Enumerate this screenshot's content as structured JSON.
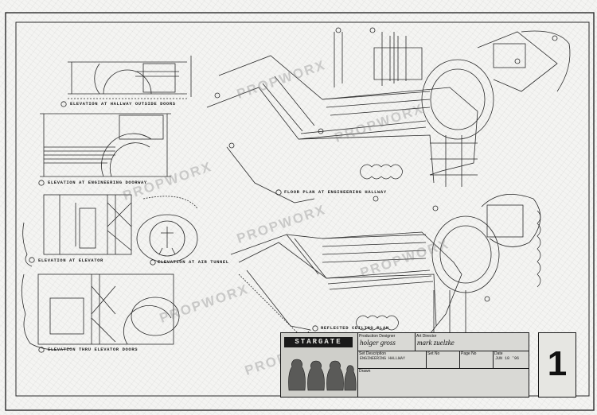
{
  "watermark": "PROPWORX",
  "sheet": {
    "number": "1",
    "views": {
      "corridor_elevation_top": "ELEVATION AT HALLWAY OUTSIDE DOORS",
      "engineering_elevation": "ELEVATION AT ENGINEERING DOORWAY",
      "elevator_elevation": "ELEVATION AT ELEVATOR",
      "air_tunnel": "ELEVATION AT AIR TUNNEL",
      "bottom_elevation": "ELEVATION THRU ELEVATOR DOORS",
      "floor_plan": "FLOOR PLAN AT ENGINEERING HALLWAY",
      "ceiling_plan": "REFLECTED CEILING PLAN"
    }
  },
  "title_block": {
    "logo": "STARGATE",
    "production_designer_caption": "Production Designer",
    "production_designer": "holger gross",
    "art_director_caption": "Art Director",
    "art_director": "mark zuelzke",
    "set_description_caption": "Set Description",
    "set_description": "ENGINEERING HALLWAY",
    "set_no_caption": "Set No",
    "page_no_caption": "Page No",
    "date_caption": "Date",
    "date": "JUN 18 '96",
    "drawn_caption": "Drawn"
  }
}
